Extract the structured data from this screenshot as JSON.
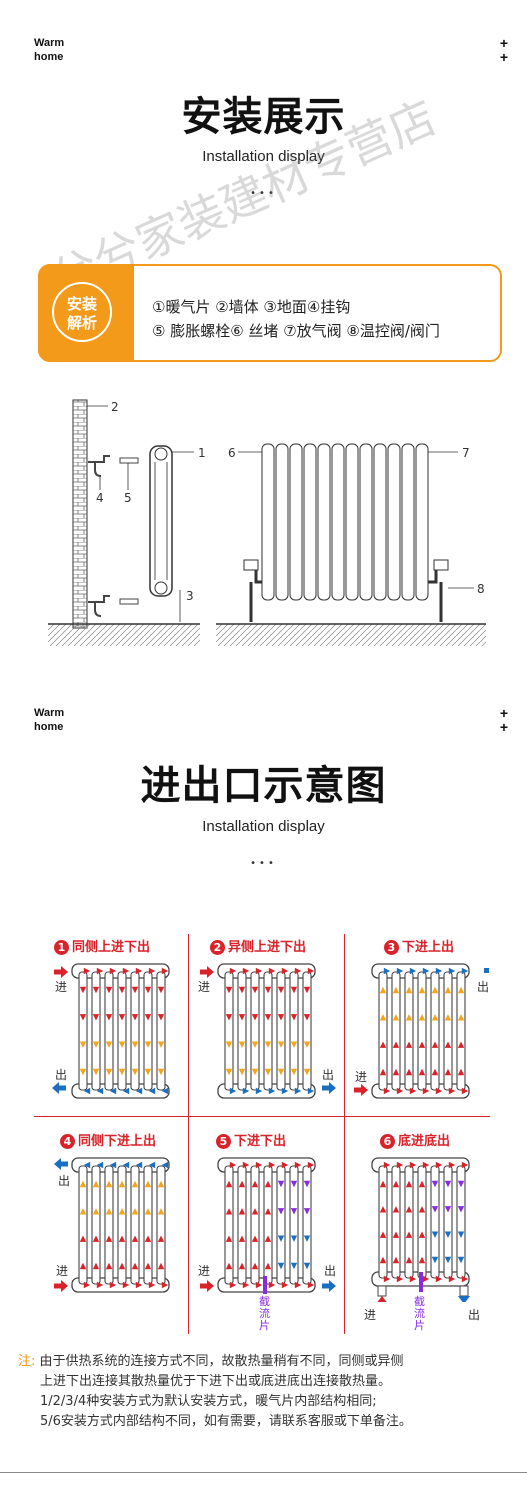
{
  "sections": [
    {
      "brand_line1": "Warm",
      "brand_line2": "home",
      "plus1": "+",
      "plus2": "+",
      "title": "安装展示",
      "subtitle": "Installation display",
      "dots": "•••"
    },
    {
      "brand_line1": "Warm",
      "brand_line2": "home",
      "plus1": "+",
      "plus2": "+",
      "title": "进出口示意图",
      "subtitle": "Installation display",
      "dots": "•••"
    }
  ],
  "watermark": "兮兮家装建材专营店",
  "legend": {
    "badge_line1": "安装",
    "badge_line2": "解析",
    "line1": "①暖气片 ②墙体 ③地面④挂钩",
    "line2": "⑤ 膨胀螺栓⑥ 丝堵 ⑦放气阀 ⑧温控阀/阀门"
  },
  "install_diagram": {
    "callouts": [
      "1",
      "2",
      "3",
      "4",
      "5",
      "6",
      "7",
      "8"
    ]
  },
  "methods": [
    {
      "num": "1",
      "title": "同侧上进下出",
      "in": "进",
      "out": "出"
    },
    {
      "num": "2",
      "title": "异侧上进下出",
      "in": "进",
      "out": "出"
    },
    {
      "num": "3",
      "title": "下进上出",
      "in": "进",
      "out": "出"
    },
    {
      "num": "4",
      "title": "同侧下进上出",
      "in": "进",
      "out": "出"
    },
    {
      "num": "5",
      "title": "下进下出",
      "in": "进",
      "out": "出",
      "throttle": "截流片"
    },
    {
      "num": "6",
      "title": "底进底出",
      "in": "进",
      "out": "出",
      "throttle": "截流片"
    }
  ],
  "note": {
    "head": "注:",
    "line1": "由于供热系统的连接方式不同，故散热量稍有不同，同侧或异侧",
    "line2": "上进下出连接其散热量优于下进下出或底进底出连接散热量。",
    "line3": "1/2/3/4种安装方式为默认安装方式，暖气片内部结构相同;",
    "line4": "5/6安装方式内部结构不同，如有需要，请联系客服或下单备注。"
  },
  "colors": {
    "accent": "#f39a1b",
    "red": "#d9232a",
    "blue": "#1a6fc1",
    "purple": "#8a2be2",
    "arrow_orange": "#f3a51b"
  }
}
